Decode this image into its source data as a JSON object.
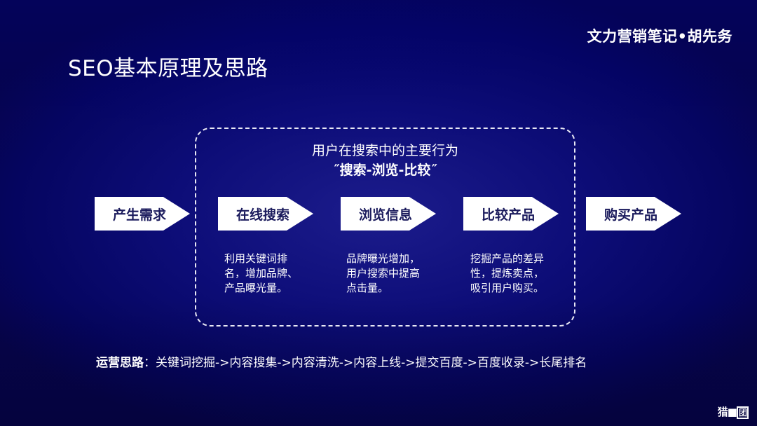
{
  "brand": "文力营销笔记•胡先务",
  "title": "SEO基本原理及思路",
  "box": {
    "heading_line1": "用户在搜索中的主要行为",
    "heading_line2": "˝搜索-浏览-比较˝"
  },
  "steps": [
    {
      "label": "产生需求"
    },
    {
      "label": "在线搜索",
      "desc": "利用关键词排名，增加品牌、产品曝光量。"
    },
    {
      "label": "浏览信息",
      "desc": "品牌曝光增加，用户搜索中提高点击量。"
    },
    {
      "label": "比较产品",
      "desc": "挖掘产品的差异性，提炼卖点，吸引用户购买。"
    },
    {
      "label": "购买产品"
    }
  ],
  "ops": {
    "label": "运营思路",
    "colon": "：",
    "flow": "关键词挖掘->内容搜集->内容清洗->内容上线->提交百度->百度收录->长尾排名"
  },
  "logo": {
    "text": "猎",
    "mid": "■",
    "boxed": "团"
  },
  "colors": {
    "background": "#0d0d78",
    "arrow_fill": "#ffffff",
    "arrow_text": "#1a1a5c",
    "text": "#ffffff"
  }
}
